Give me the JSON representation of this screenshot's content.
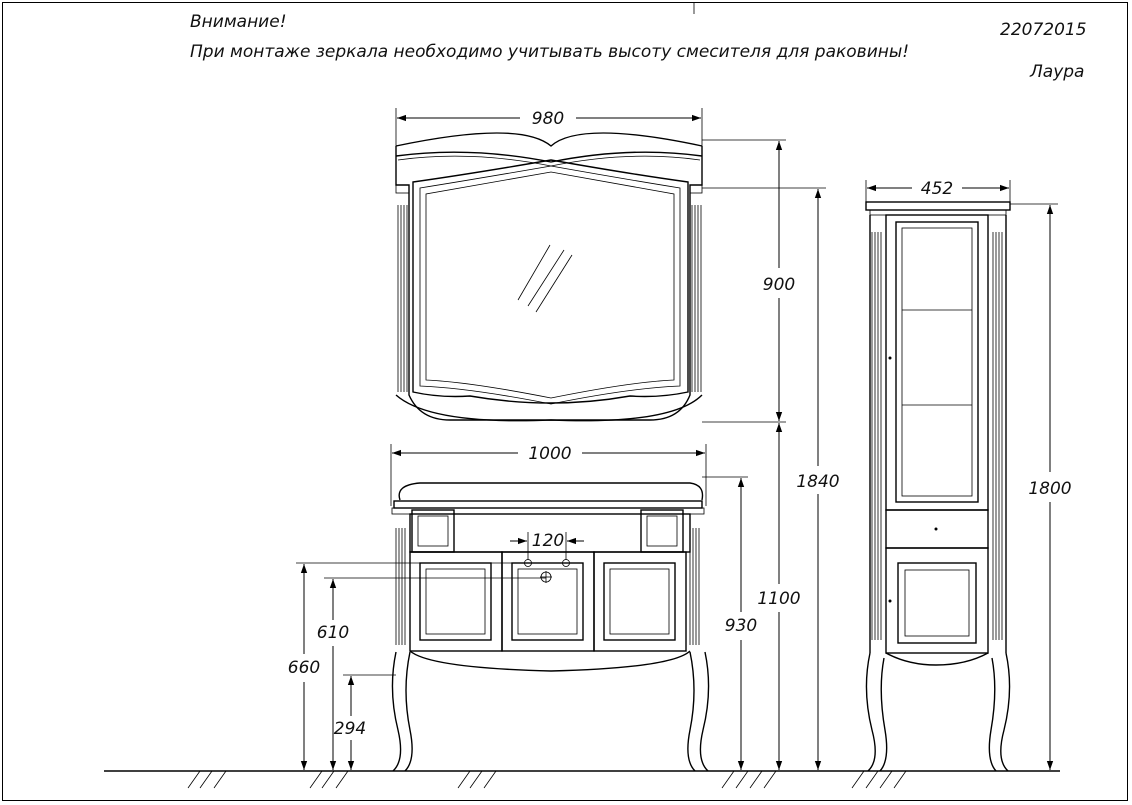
{
  "header": {
    "warning_title": "Внимание!",
    "warning_text": "При монтаже зеркала необходимо учитывать высоту смесителя для раковины!",
    "doc_code": "22072015",
    "model_name": "Лаура"
  },
  "dimensions": {
    "mirror_width": "980",
    "mirror_height": "900",
    "mirror_top_height": "1840",
    "vanity_width": "1000",
    "faucet_spacing": "120",
    "vanity_height": "930",
    "mirror_bottom_height": "1100",
    "faucet_height": "660",
    "drain_height": "610",
    "leg_height": "294",
    "cabinet_width": "452",
    "cabinet_height": "1800"
  }
}
